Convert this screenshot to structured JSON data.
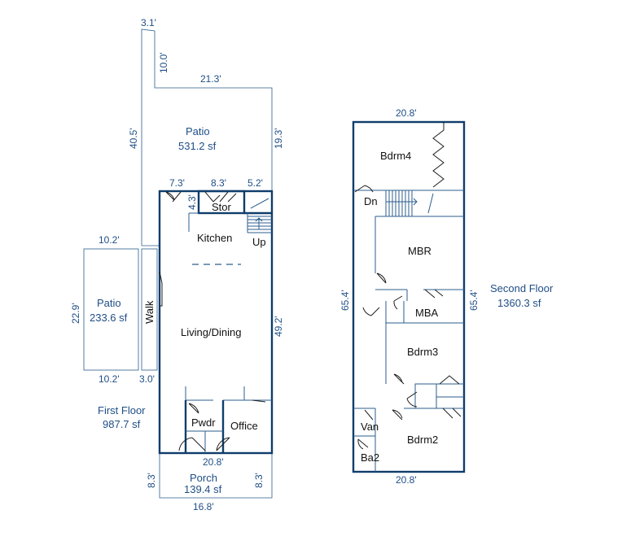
{
  "first_floor": {
    "title": "First Floor",
    "area": "987.7 sf",
    "rooms": {
      "patio_top": "Patio",
      "patio_top_area": "531.2 sf",
      "stor": "Stor",
      "kitchen": "Kitchen",
      "up": "Up",
      "living": "Living/Dining",
      "pwdr": "Pwdr",
      "office": "Office",
      "porch": "Porch",
      "porch_area": "139.4 sf",
      "patio_side": "Patio",
      "patio_side_area": "233.6 sf",
      "walk": "Walk"
    },
    "dims": {
      "d3_1": "3.1'",
      "d10_0": "10.0'",
      "d21_3": "21.3'",
      "d40_5": "40.5'",
      "d19_3": "19.3'",
      "d7_3": "7.3'",
      "d8_3": "8.3'",
      "d5_2": "5.2'",
      "d4_3": "4.3'",
      "d10_2_top": "10.2'",
      "d22_9": "22.9'",
      "d10_2_bot": "10.2'",
      "d3_0": "3.0'",
      "d49_2": "49.2'",
      "d20_8": "20.8'",
      "d8_3_left": "8.3'",
      "d8_3_right": "8.3'",
      "d16_8": "16.8'"
    }
  },
  "second_floor": {
    "title": "Second Floor",
    "area": "1360.3 sf",
    "rooms": {
      "bdrm4": "Bdrm4",
      "dn": "Dn",
      "mbr": "MBR",
      "mba": "MBA",
      "bdrm3": "Bdrm3",
      "van": "Van",
      "ba2": "Ba2",
      "bdrm2": "Bdrm2"
    },
    "dims": {
      "top": "20.8'",
      "left": "65.4'",
      "right": "65.4'",
      "bottom": "20.8'"
    }
  },
  "colors": {
    "wall": "#0f3d6b",
    "dimension_text": "#1f4e86",
    "room_text": "#111111"
  }
}
